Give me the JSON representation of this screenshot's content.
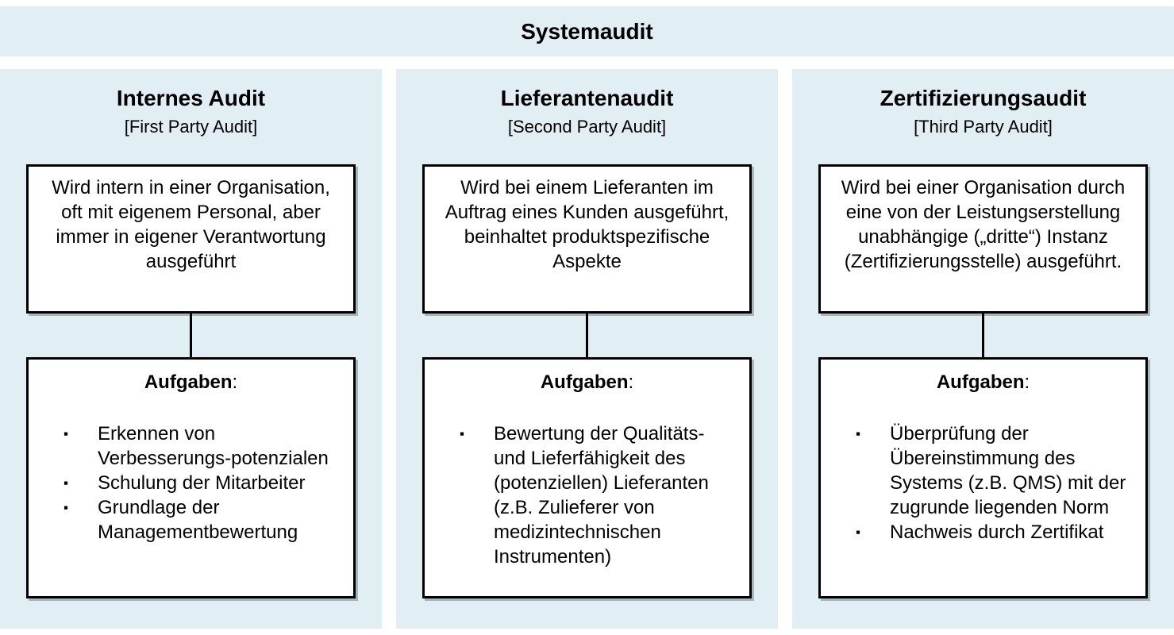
{
  "title": "Systemaudit",
  "colors": {
    "panel_bg": "#e1eef4",
    "box_bg": "#ffffff",
    "box_border": "#000000",
    "text": "#000000"
  },
  "icons": {
    "bullet_glyph": "▪"
  },
  "columns": [
    {
      "heading": "Internes Audit",
      "subheading": "[First Party Audit]",
      "description": "Wird intern in einer Organisation, oft mit eigenem Personal, aber immer in eigener Verantwortung ausgeführt",
      "tasks_label": "Aufgaben",
      "tasks_colon": ":",
      "tasks": [
        "Erkennen von Verbesserungs-potenzialen",
        "Schulung der Mitarbeiter",
        "Grundlage der Managementbewertung"
      ]
    },
    {
      "heading": "Lieferantenaudit",
      "subheading": "[Second Party Audit]",
      "description": "Wird bei einem Lieferanten im Auftrag eines Kunden ausgeführt, beinhaltet produktspezifische Aspekte",
      "tasks_label": "Aufgaben",
      "tasks_colon": ":",
      "tasks": [
        "Bewertung der Qualitäts- und Lieferfähigkeit des (potenziellen) Lieferanten (z.B. Zulieferer von medizintechnischen Instrumenten)"
      ]
    },
    {
      "heading": "Zertifizierungsaudit",
      "subheading": "[Third Party Audit]",
      "description": "Wird bei einer Organisation durch eine von der Leistungserstellung unabhängige („dritte“) Instanz (Zertifizierungsstelle) ausgeführt.",
      "tasks_label": "Aufgaben",
      "tasks_colon": ":",
      "tasks": [
        "Überprüfung der Übereinstimmung des Systems (z.B. QMS) mit der zugrunde liegenden Norm",
        "Nachweis durch Zertifikat"
      ]
    }
  ]
}
